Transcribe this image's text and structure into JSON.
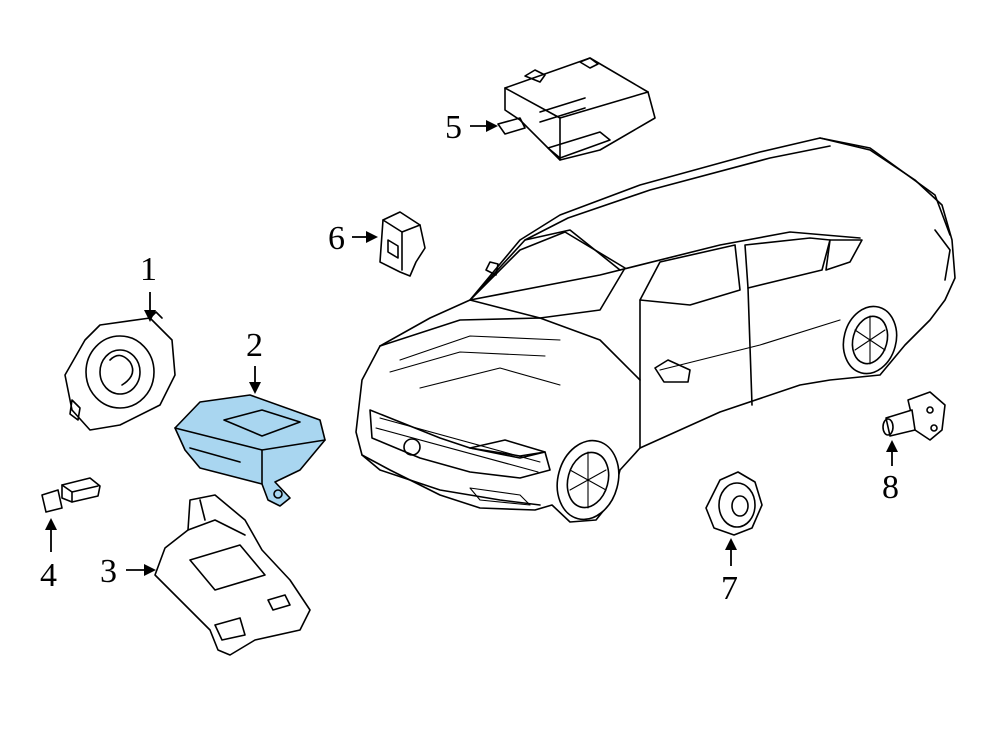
{
  "colors": {
    "background": "#ffffff",
    "line": "#000000",
    "highlight": "#a9d6f0"
  },
  "callouts": [
    {
      "label": "1",
      "part": "clock-spring"
    },
    {
      "label": "2",
      "part": "airbag-control-module"
    },
    {
      "label": "3",
      "part": "module-bracket"
    },
    {
      "label": "4",
      "part": "connector"
    },
    {
      "label": "5",
      "part": "sensor-module"
    },
    {
      "label": "6",
      "part": "impact-sensor"
    },
    {
      "label": "7",
      "part": "door-pressure-sensor"
    },
    {
      "label": "8",
      "part": "side-impact-sensor"
    }
  ],
  "highlighted_part": "2"
}
